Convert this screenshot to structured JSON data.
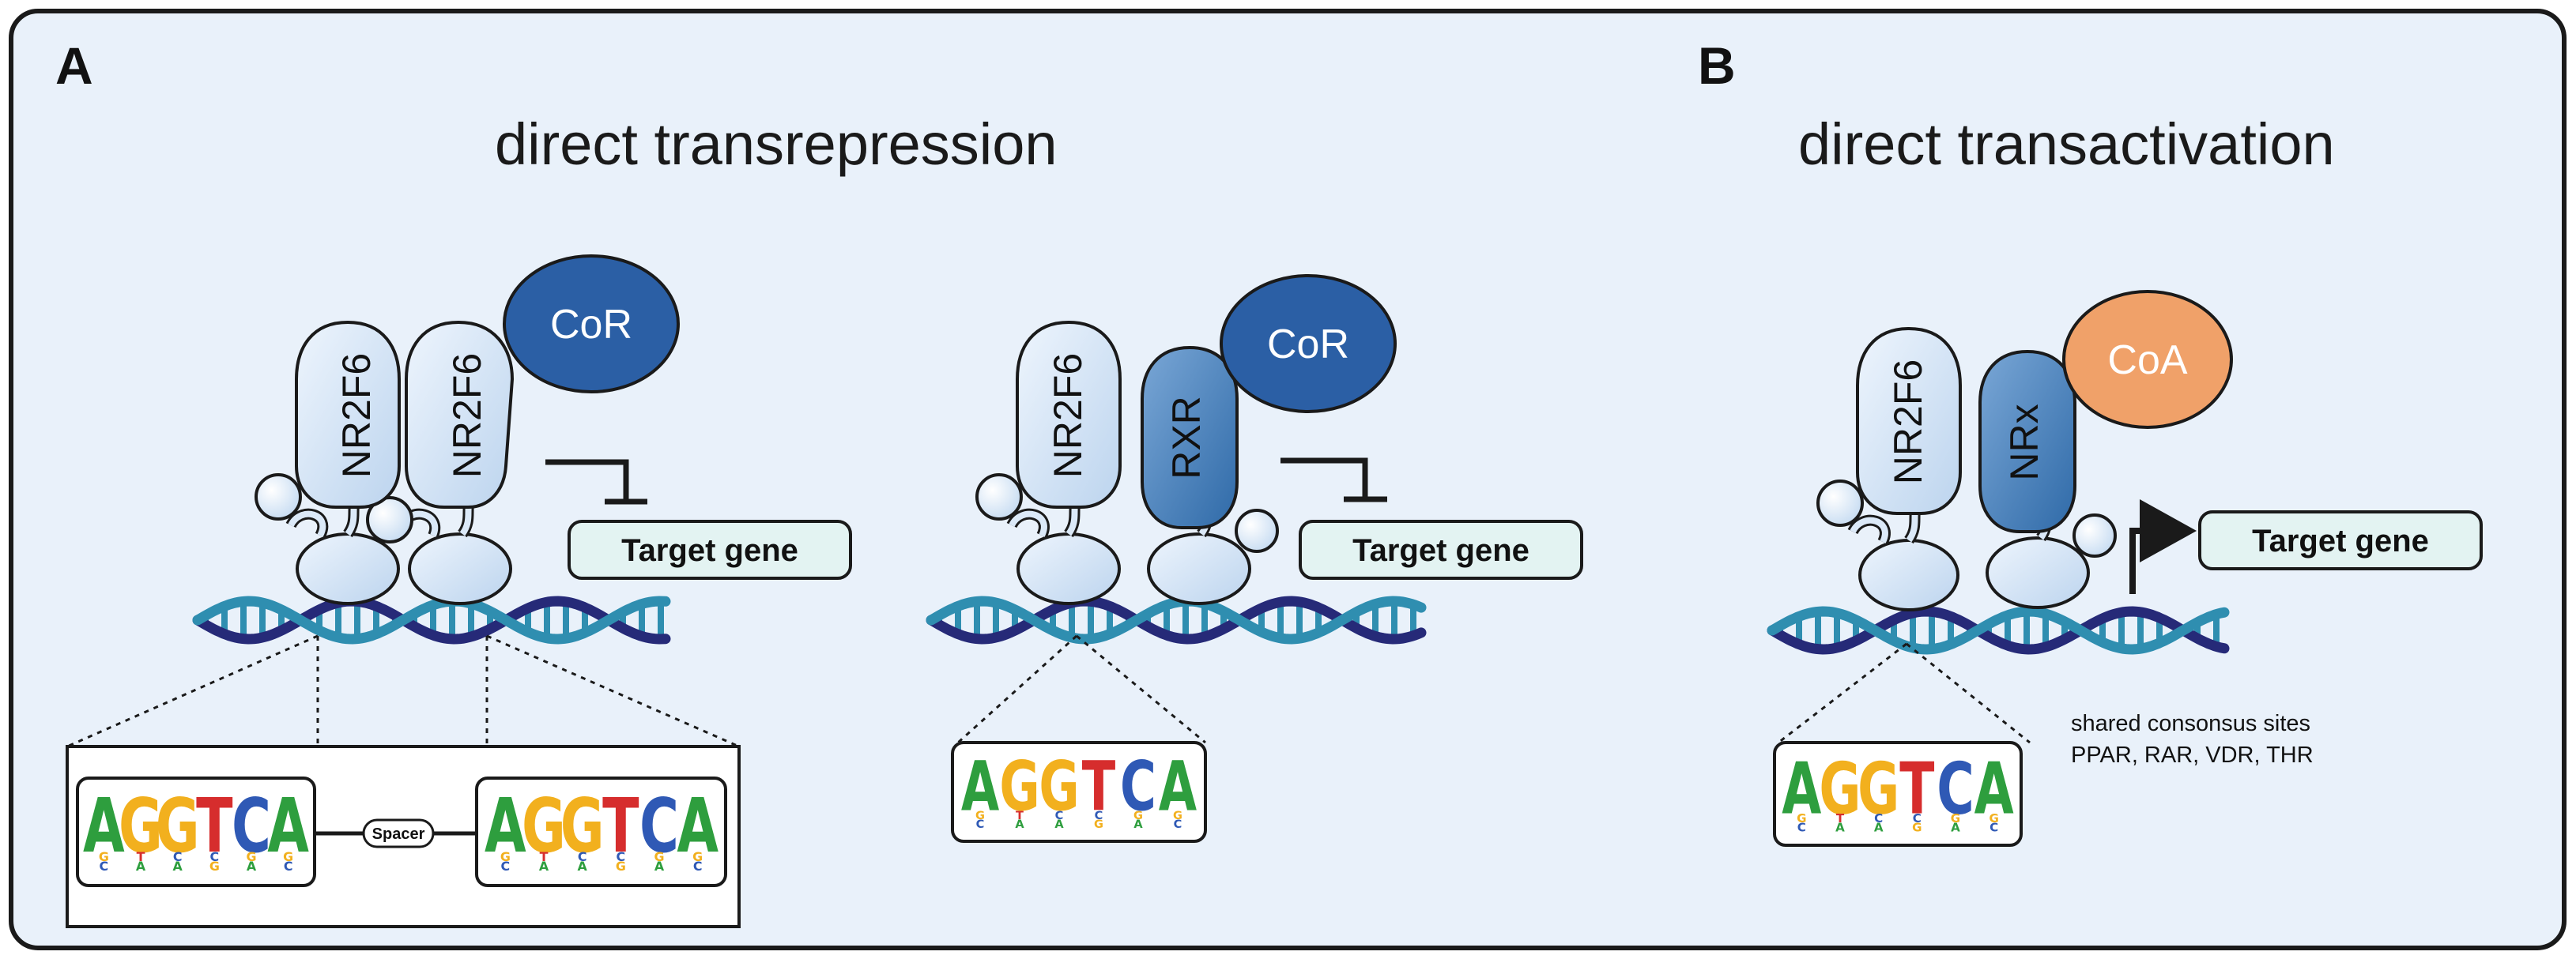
{
  "panels": {
    "a": {
      "letter": "A",
      "title": "direct transrepression"
    },
    "b": {
      "letter": "B",
      "title": "direct transactivation"
    }
  },
  "proteins": {
    "nr2f6": "NR2F6",
    "rxr": "RXR",
    "nrx": "NRx",
    "cor": "CoR",
    "coa": "CoA"
  },
  "target_gene": "Target gene",
  "spacer": "Spacer",
  "motif": [
    "A",
    "G",
    "G",
    "T",
    "C",
    "A"
  ],
  "consensus_note": {
    "line1": "shared consonsus sites",
    "line2": "PPAR, RAR, VDR, THR"
  },
  "colors": {
    "background": "#e9f1fa",
    "protein_light": "#dbe9f8",
    "protein_dark": "#3e78b2",
    "cor": "#2b5fa5",
    "coa": "#f0a169",
    "gene_box": "#e3f3f2",
    "dna_dark": "#262a78",
    "dna_teal": "#2f8eb0",
    "motif_A": "#2e9e3e",
    "motif_G": "#f2b01e",
    "motif_T": "#d62d2d",
    "motif_C": "#2f59b5"
  }
}
